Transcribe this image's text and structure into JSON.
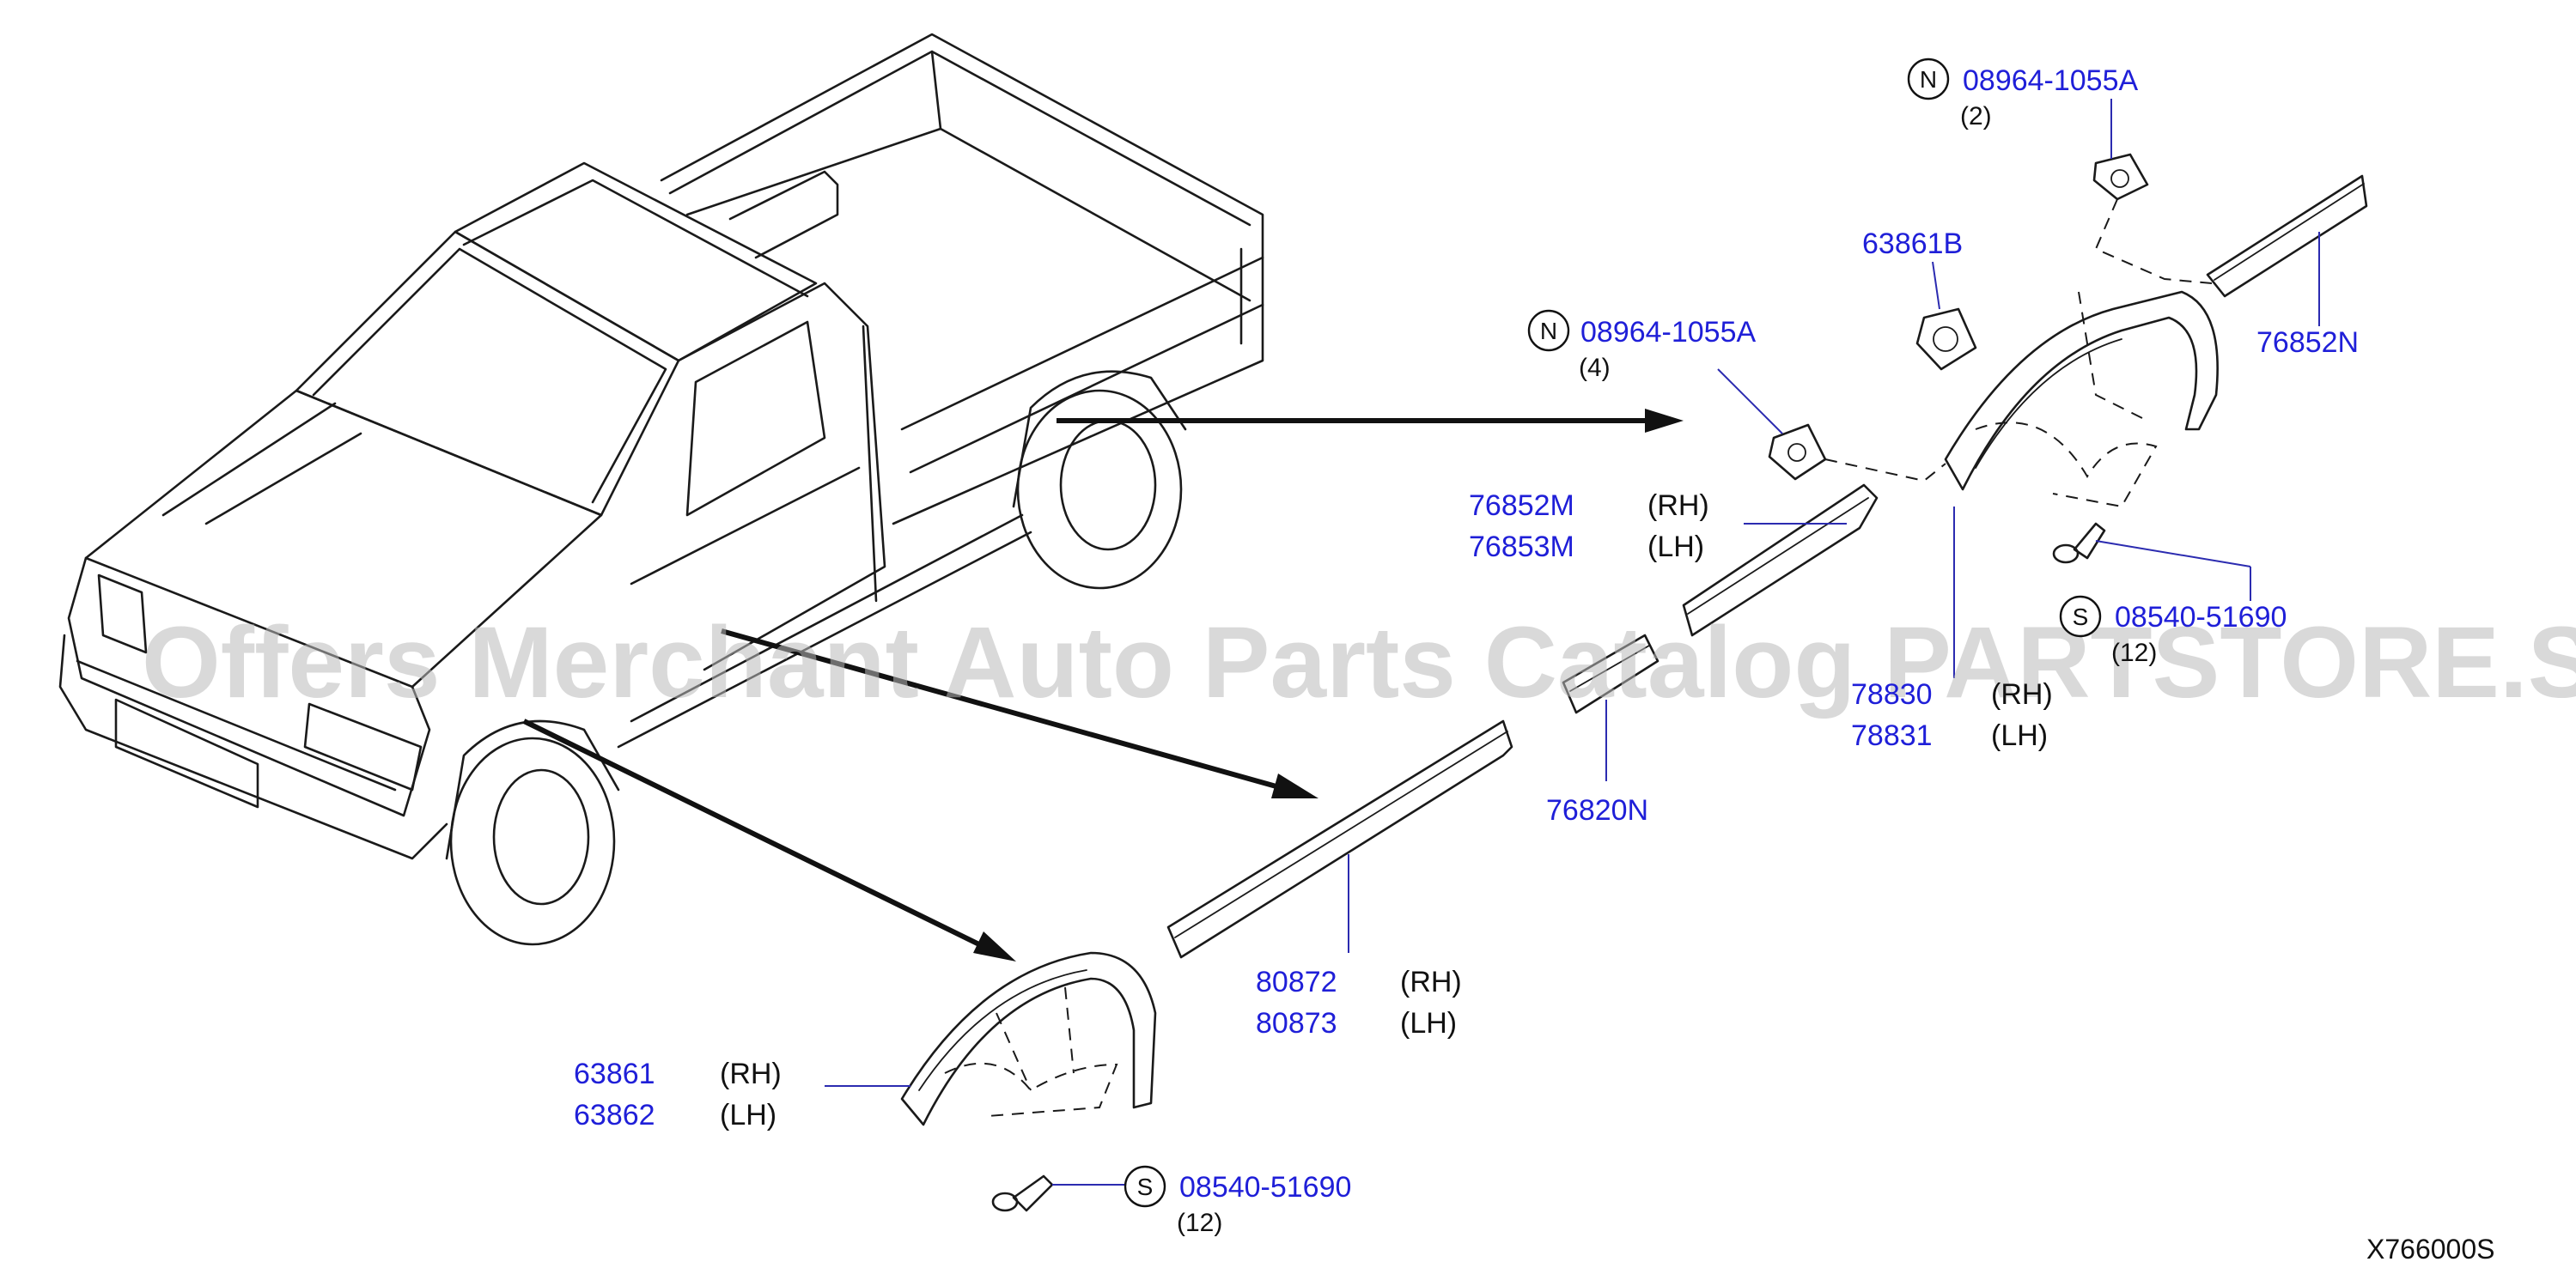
{
  "parts": [
    {
      "id": "p1",
      "number": "08964-1055A",
      "mark": "N",
      "qty": "(2)"
    },
    {
      "id": "p2",
      "number": "63861B"
    },
    {
      "id": "p3",
      "number": "76852N"
    },
    {
      "id": "p4",
      "number": "08964-1055A",
      "mark": "N",
      "qty": "(4)"
    },
    {
      "id": "p5",
      "rows": [
        {
          "number": "76852M",
          "side": "(RH)"
        },
        {
          "number": "76853M",
          "side": "(LH)"
        }
      ]
    },
    {
      "id": "p6",
      "number": "08540-51690",
      "mark": "S",
      "qty": "(12)"
    },
    {
      "id": "p7",
      "rows": [
        {
          "number": "78830",
          "side": "(RH)"
        },
        {
          "number": "78831",
          "side": "(LH)"
        }
      ]
    },
    {
      "id": "p8",
      "number": "76820N"
    },
    {
      "id": "p9",
      "rows": [
        {
          "number": "80872",
          "side": "(RH)"
        },
        {
          "number": "80873",
          "side": "(LH)"
        }
      ]
    },
    {
      "id": "p10",
      "rows": [
        {
          "number": "63861",
          "side": "(RH)"
        },
        {
          "number": "63862",
          "side": "(LH)"
        }
      ]
    },
    {
      "id": "p11",
      "number": "08540-51690",
      "mark": "S",
      "qty": "(12)"
    }
  ],
  "watermark": "Offers Merchant Auto Parts Catalog PARTSTORE.SA",
  "diagram_code": "X766000S",
  "colors": {
    "part_number": "#1f1fd8",
    "line_art": "#1a1a1a",
    "watermark": "#b9b9b9"
  }
}
